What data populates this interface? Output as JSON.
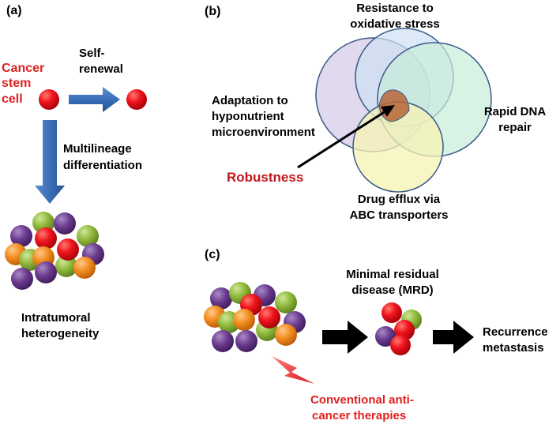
{
  "panel_a": {
    "label": "(a)",
    "cancer_stem_cell": [
      "Cancer",
      "stem",
      "cell"
    ],
    "self_renewal": [
      "Self-",
      "renewal"
    ],
    "multilineage": [
      "Multilineage",
      "differentiation"
    ],
    "intratumoral": [
      "Intratumoral",
      "heterogeneity"
    ]
  },
  "panel_b": {
    "label": "(b)",
    "resistance": [
      "Resistance to",
      "oxidative stress"
    ],
    "adaptation": [
      "Adaptation to",
      "hyponutrient",
      "microenvironment"
    ],
    "dna_repair": [
      "Rapid DNA",
      "repair"
    ],
    "drug_efflux": [
      "Drug efflux via",
      "ABC transporters"
    ],
    "robustness": "Robustness"
  },
  "panel_c": {
    "label": "(c)",
    "mrd": [
      "Minimal residual",
      "disease (MRD)"
    ],
    "recurrence": [
      "Recurrence",
      "metastasis"
    ],
    "therapies": [
      "Conventional anti-",
      "cancer therapies"
    ]
  },
  "colors": {
    "red_cell": "#e8101a",
    "purple_cell": "#6b3a8f",
    "green_cell": "#8fb83a",
    "orange_cell": "#f28c1e",
    "blue_arrow": "#3a6fb8",
    "label_red": "#e02020",
    "robustness_red": "#c0171c",
    "venn_purple": "#d9cfe8",
    "venn_blue": "#cfe0f2",
    "venn_green": "#c8ecd8",
    "venn_yellow": "#f7f3b3",
    "venn_overlap": "#b8643a",
    "venn_stroke": "#3a5a8a"
  }
}
